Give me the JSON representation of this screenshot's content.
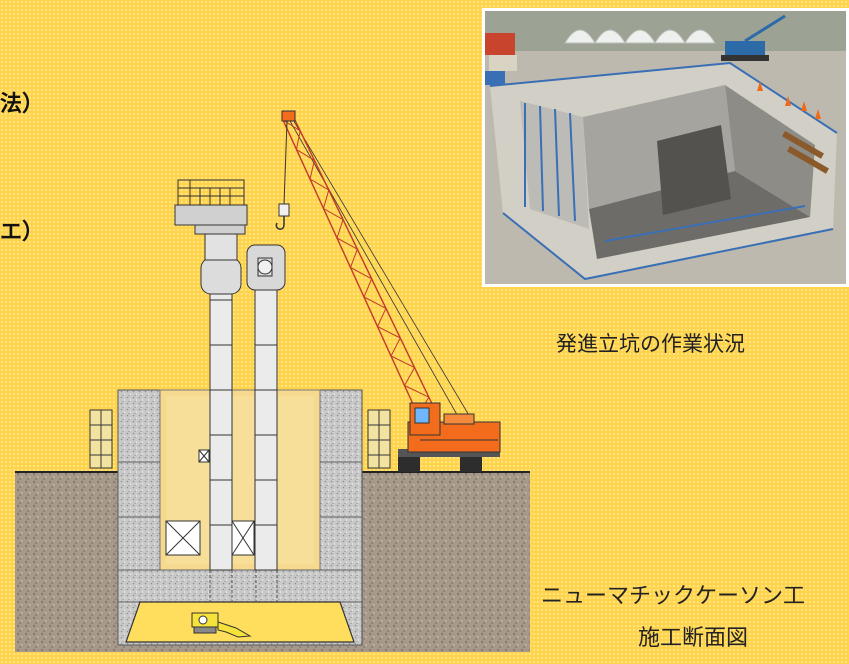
{
  "slide": {
    "left_fragment_1": "法）",
    "left_fragment_2": "エ）",
    "photo_caption": "発進立坑の作業状況",
    "diagram_caption_line1": "ニューマチックケーソン工",
    "diagram_caption_line2": "施工断面図"
  },
  "colors": {
    "background": "#ffd34a",
    "crane": "#f26c1c",
    "working_chamber": "#ffde5e",
    "caisson_interior": "#f6d98f",
    "photo_railing": "#3a6fb5"
  }
}
